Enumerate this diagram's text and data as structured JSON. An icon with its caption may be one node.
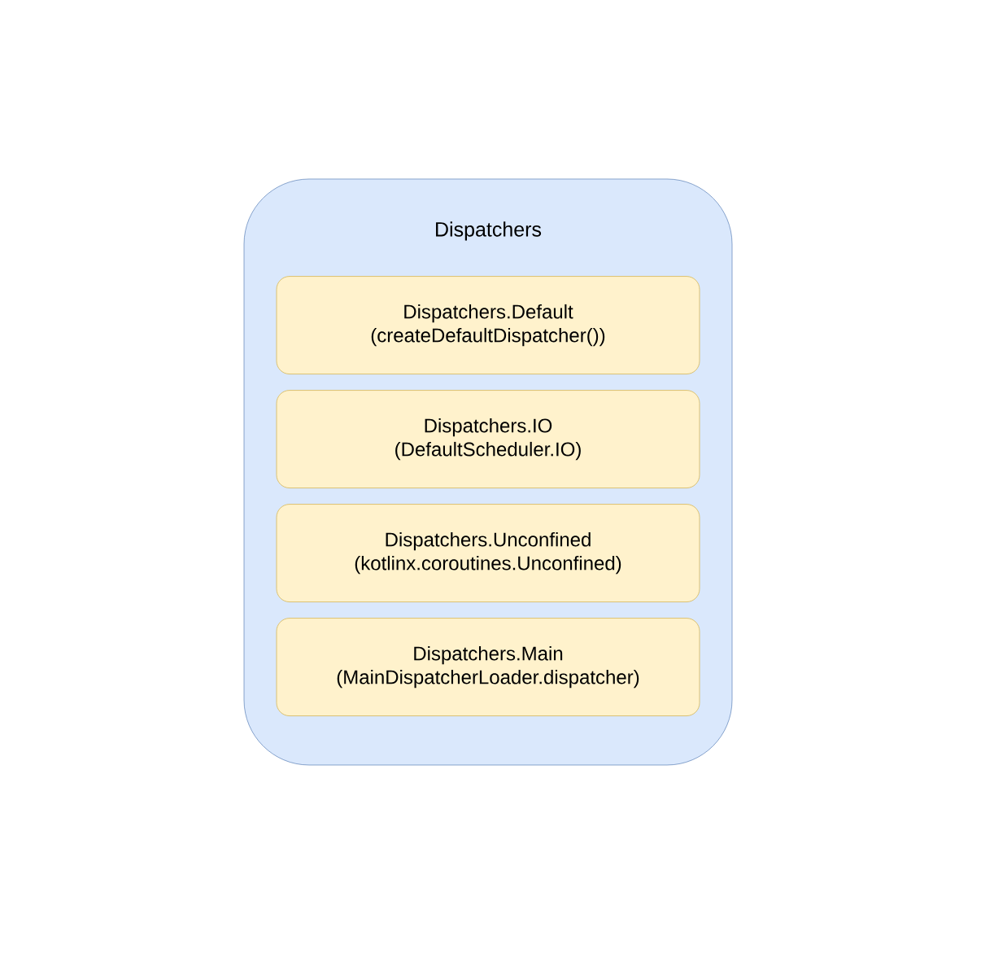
{
  "diagram": {
    "nodes": [
      {
        "text": [
          "Dispatchers"
        ]
      },
      {
        "text": [
          "Dispatchers.Default (createDefaultDispatcher())"
        ],
        "in": 0
      },
      {
        "text": [
          "Dispatchers.IO (DefaultScheduler.IO)"
        ],
        "in": 0
      },
      {
        "text": [
          "Dispatchers.Unconfined (kotlinx.coroutines.Unconfined)"
        ],
        "in": 0
      },
      {
        "text": [
          "Dispatchers.Main (MainDispatcherLoader.dispatcher)"
        ],
        "in": 0
      }
    ]
  }
}
